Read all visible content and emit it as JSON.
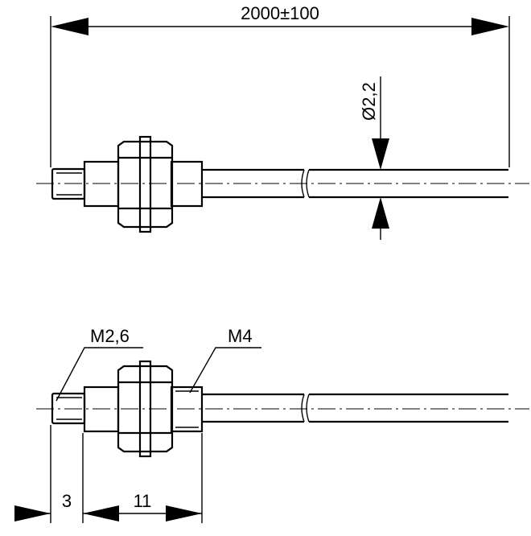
{
  "labels": {
    "overall_length": "2000±100",
    "diameter": "Ø2,2",
    "tip_thread": "M2,6",
    "body_thread": "M4",
    "tip_length": "3",
    "body_length": "11"
  },
  "colors": {
    "line": "#000000",
    "background": "#ffffff"
  }
}
